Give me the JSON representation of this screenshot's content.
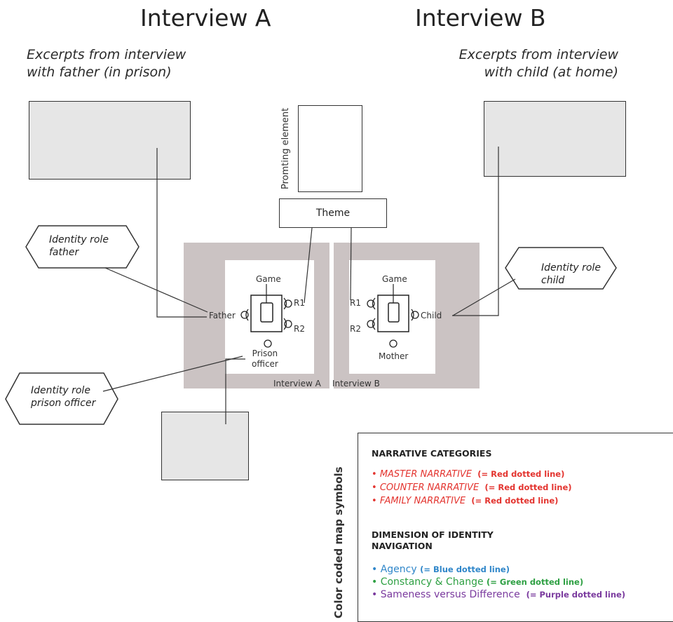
{
  "titles": {
    "a": "Interview A",
    "b": "Interview B"
  },
  "captions": {
    "a_line1": "Excerpts from interview",
    "a_line2": "with father (in prison)",
    "b_line1": "Excerpts from interview",
    "b_line2": "with child (at home)"
  },
  "prompting_element": "Promting element",
  "theme": "Theme",
  "identity": {
    "father_line1": "Identity role",
    "father_line2": "father",
    "child_line1": "Identity role",
    "child_line2": "child",
    "officer_line1": "Identity role",
    "officer_line2": "prison officer"
  },
  "panel_a": {
    "game": "Game",
    "r1": "R1",
    "r2": "R2",
    "father": "Father",
    "officer_line1": "Prison",
    "officer_line2": "officer",
    "label": "Interview A"
  },
  "panel_b": {
    "game": "Game",
    "r1": "R1",
    "r2": "R2",
    "child": "Child",
    "mother": "Mother",
    "label": "Interview B"
  },
  "legend": {
    "side_title": "Color coded map symbols",
    "narrative_heading": "NARRATIVE CATEGORIES",
    "narrative_items": [
      {
        "bullet": "•",
        "name": "MASTER NARRATIVE",
        "note": "(= Red dotted line)"
      },
      {
        "bullet": "•",
        "name": "COUNTER NARRATIVE",
        "note": "(= Red dotted line)"
      },
      {
        "bullet": "•",
        "name": "FAMILY NARRATIVE",
        "note": "(= Red dotted line)"
      }
    ],
    "identity_heading_line1": "DIMENSION OF IDENTITY",
    "identity_heading_line2": "NAVIGATION",
    "identity_items": [
      {
        "bullet": "•",
        "name": "Agency",
        "note": "(= Blue dotted line)",
        "color": "#2f86c9"
      },
      {
        "bullet": "•",
        "name": "Constancy & Change",
        "note": "(= Green dotted line)",
        "color": "#2ea043"
      },
      {
        "bullet": "•",
        "name": "Sameness versus Difference",
        "note": "(= Purple dotted line)",
        "color": "#7a3a9e"
      }
    ]
  },
  "colors": {
    "panel_grey": "#cbc3c3",
    "excerpt_fill": "#e6e6e6",
    "narrative_red": "#e3342f"
  }
}
